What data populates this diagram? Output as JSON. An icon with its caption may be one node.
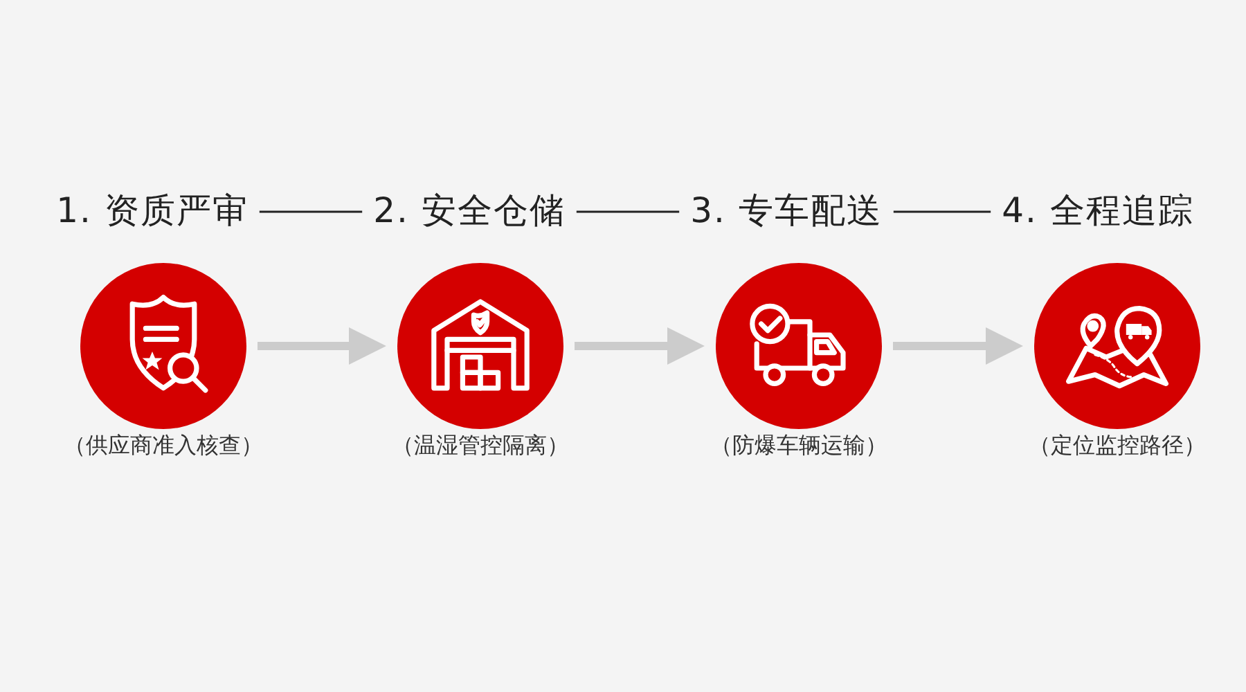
{
  "diagram": {
    "nodes": [
      {
        "text": [
          "1. 资质严审"
        ]
      },
      {
        "text": [
          "2. 安全仓储"
        ]
      },
      {
        "text": [
          "3. 专车配送"
        ]
      },
      {
        "text": [
          "4. 全程追踪"
        ]
      },
      {
        "text": [],
        "shape": "circle",
        "beside": [
          "（供应商准入核查）"
        ]
      },
      {
        "text": [],
        "shape": "circle",
        "beside": [
          "（温湿管控隔离）"
        ]
      },
      {
        "text": [],
        "shape": "circle",
        "beside": [
          "（防爆车辆运输）"
        ]
      },
      {
        "text": [],
        "shape": "circle",
        "beside": [
          "（定位监控路径）"
        ]
      }
    ],
    "edges": [
      {
        "from": 0,
        "to": 1,
        "arrow": "none",
        "color": "#222222"
      },
      {
        "from": 1,
        "to": 2,
        "arrow": "none",
        "color": "#222222"
      },
      {
        "from": 2,
        "to": 3,
        "arrow": "none",
        "color": "#222222"
      },
      {
        "from": 4,
        "to": 5,
        "arrow": "to",
        "style": "thick",
        "color": "#cccccc"
      },
      {
        "from": 5,
        "to": 6,
        "arrow": "to",
        "style": "thick",
        "color": "#cccccc"
      },
      {
        "from": 6,
        "to": 7,
        "arrow": "to",
        "style": "thick",
        "color": "#cccccc"
      }
    ]
  }
}
